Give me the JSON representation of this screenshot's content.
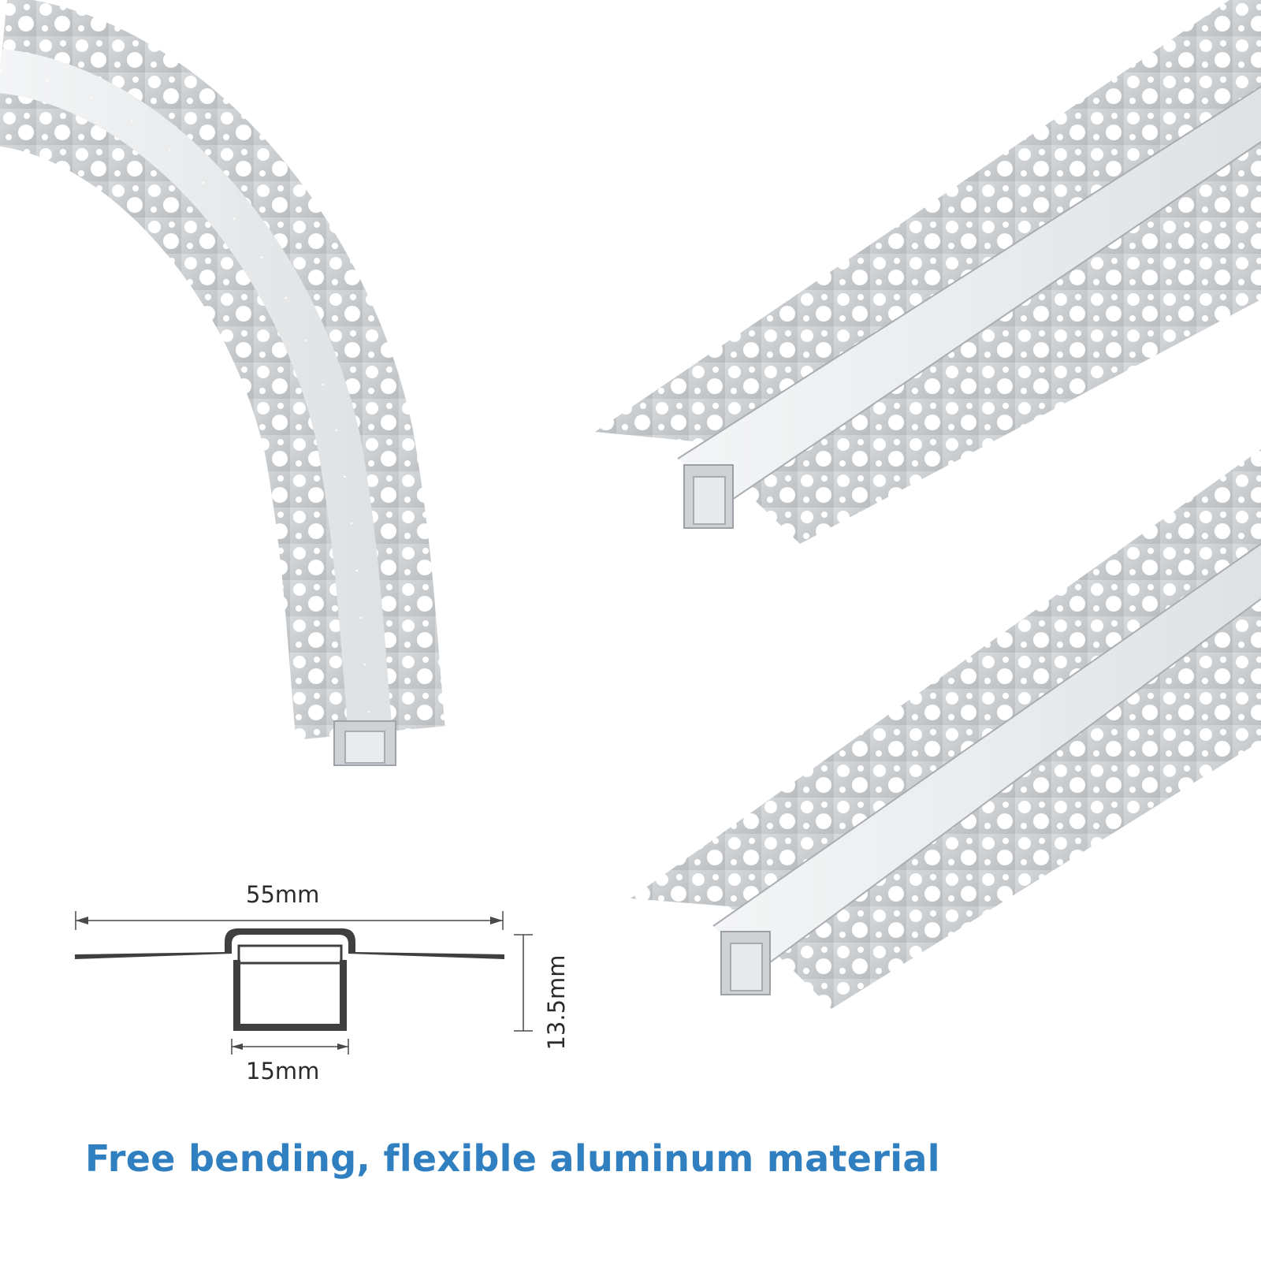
{
  "diagram": {
    "width_label": "55mm",
    "channel_label": "15mm",
    "height_label": "13.5mm"
  },
  "caption": "Free bending, flexible aluminum material",
  "colors": {
    "caption": "#2f7fc1",
    "profile_outline": "#3f3f3f",
    "aluminum": "#c6c9cc",
    "diffuser": "#eceef0"
  },
  "products": [
    {
      "name": "curved-profile"
    },
    {
      "name": "straight-profile-top"
    },
    {
      "name": "straight-profile-bottom"
    }
  ]
}
